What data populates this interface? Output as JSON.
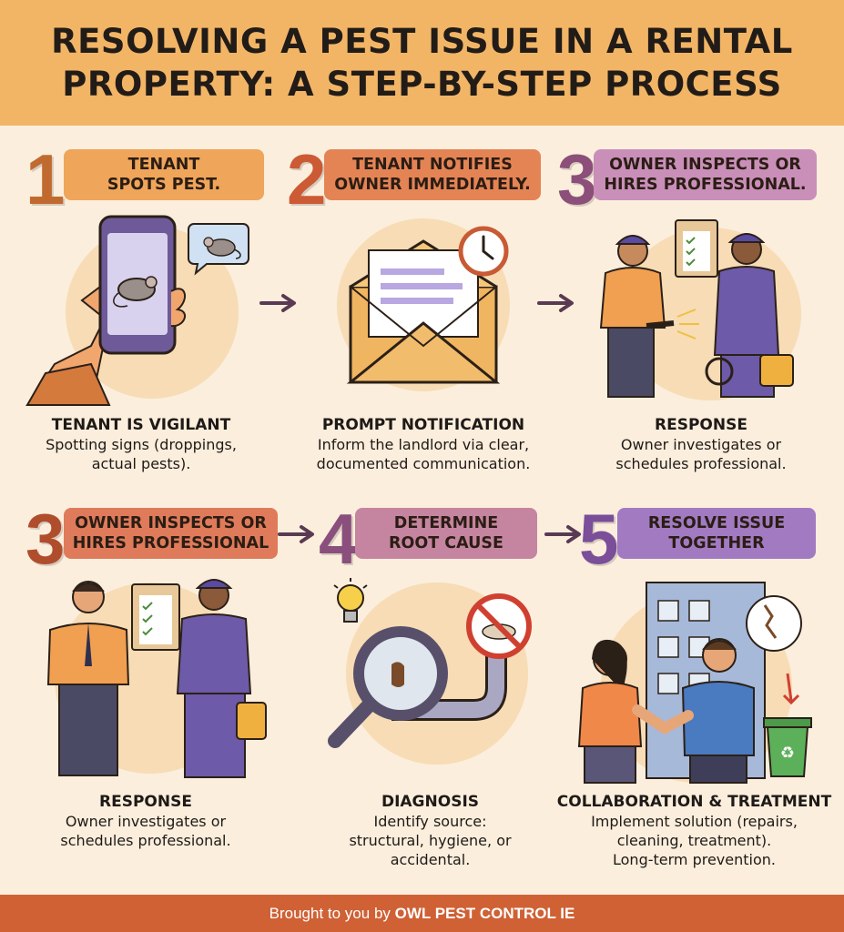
{
  "header": {
    "title_line1": "RESOLVING A PEST ISSUE IN A RENTAL",
    "title_line2": "PROPERTY: A STEP-BY-STEP PROCESS"
  },
  "row1": [
    {
      "number": "1",
      "banner_line1": "TENANT",
      "banner_line2": "SPOTS PEST.",
      "caption_title": "TENANT IS VIGILANT",
      "caption_line1": "Spotting signs (droppings,",
      "caption_line2": "actual pests)."
    },
    {
      "number": "2",
      "banner_line1": "TENANT NOTIFIES",
      "banner_line2": "OWNER IMMEDIATELY.",
      "caption_title": "PROMPT NOTIFICATION",
      "caption_line1": "Inform the landlord via clear,",
      "caption_line2": "documented communication."
    },
    {
      "number": "3",
      "banner_line1": "OWNER INSPECTS OR",
      "banner_line2": "HIRES PROFESSIONAL.",
      "caption_title": "RESPONSE",
      "caption_line1": "Owner investigates or",
      "caption_line2": "schedules professional."
    }
  ],
  "row2": [
    {
      "number": "3",
      "banner_line1": "OWNER INSPECTS OR",
      "banner_line2": "HIRES PROFESSIONAL",
      "caption_title": "RESPONSE",
      "caption_line1": "Owner investigates or",
      "caption_line2": "schedules professional."
    },
    {
      "number": "4",
      "banner_line1": "DETERMINE",
      "banner_line2": "ROOT CAUSE",
      "caption_title": "DIAGNOSIS",
      "caption_line1": "Identify source:",
      "caption_line2": "structural, hygiene, or",
      "caption_line3": "accidental."
    },
    {
      "number": "5",
      "banner_line1": "RESOLVE ISSUE",
      "banner_line2": "TOGETHER",
      "caption_title": "COLLABORATION & TREATMENT",
      "caption_line1": "Implement solution (repairs,",
      "caption_line2": "cleaning, treatment).",
      "caption_line3": "Long-term prevention."
    }
  ],
  "footer": {
    "prefix": "Brought to you by",
    "brand": "OWL PEST CONTROL IE"
  },
  "colors": {
    "header": "#f2b566",
    "background": "#fbeedd",
    "footer": "#cf6135",
    "arrow": "#5a3a52"
  },
  "icons": [
    "phone-icon",
    "rat-icon",
    "envelope-icon",
    "clock-icon",
    "clipboard-icon",
    "flashlight-icon",
    "lightbulb-icon",
    "magnifier-icon",
    "pipe-icon",
    "no-food-icon",
    "building-icon",
    "recycle-bin-icon",
    "handshake-icon"
  ]
}
